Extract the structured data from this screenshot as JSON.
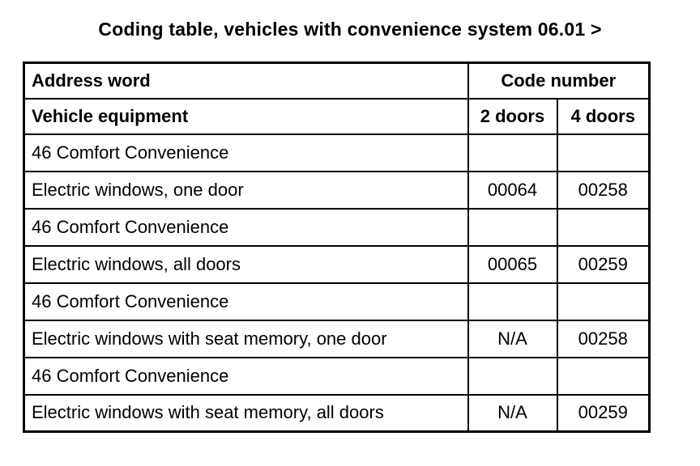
{
  "title": "Coding table, vehicles with convenience system 06.01 >",
  "table": {
    "header": {
      "address_word": "Address word",
      "code_number": "Code number",
      "vehicle_equipment": "Vehicle equipment",
      "col_2_doors": "2 doors",
      "col_4_doors": "4 doors"
    },
    "rows": [
      {
        "label": "46 Comfort Convenience",
        "two_doors": "",
        "four_doors": ""
      },
      {
        "label": "Electric windows, one door",
        "two_doors": "00064",
        "four_doors": "00258"
      },
      {
        "label": "46 Comfort Convenience",
        "two_doors": "",
        "four_doors": ""
      },
      {
        "label": "Electric windows, all doors",
        "two_doors": "00065",
        "four_doors": "00259"
      },
      {
        "label": "46 Comfort Convenience",
        "two_doors": "",
        "four_doors": ""
      },
      {
        "label": "Electric windows with seat memory, one door",
        "two_doors": "N/A",
        "four_doors": "00258"
      },
      {
        "label": "46 Comfort Convenience",
        "two_doors": "",
        "four_doors": ""
      },
      {
        "label": "Electric windows with seat memory, all doors",
        "two_doors": "N/A",
        "four_doors": "00259"
      }
    ]
  },
  "colors": {
    "text": "#000000",
    "background": "#ffffff",
    "border": "#000000"
  }
}
